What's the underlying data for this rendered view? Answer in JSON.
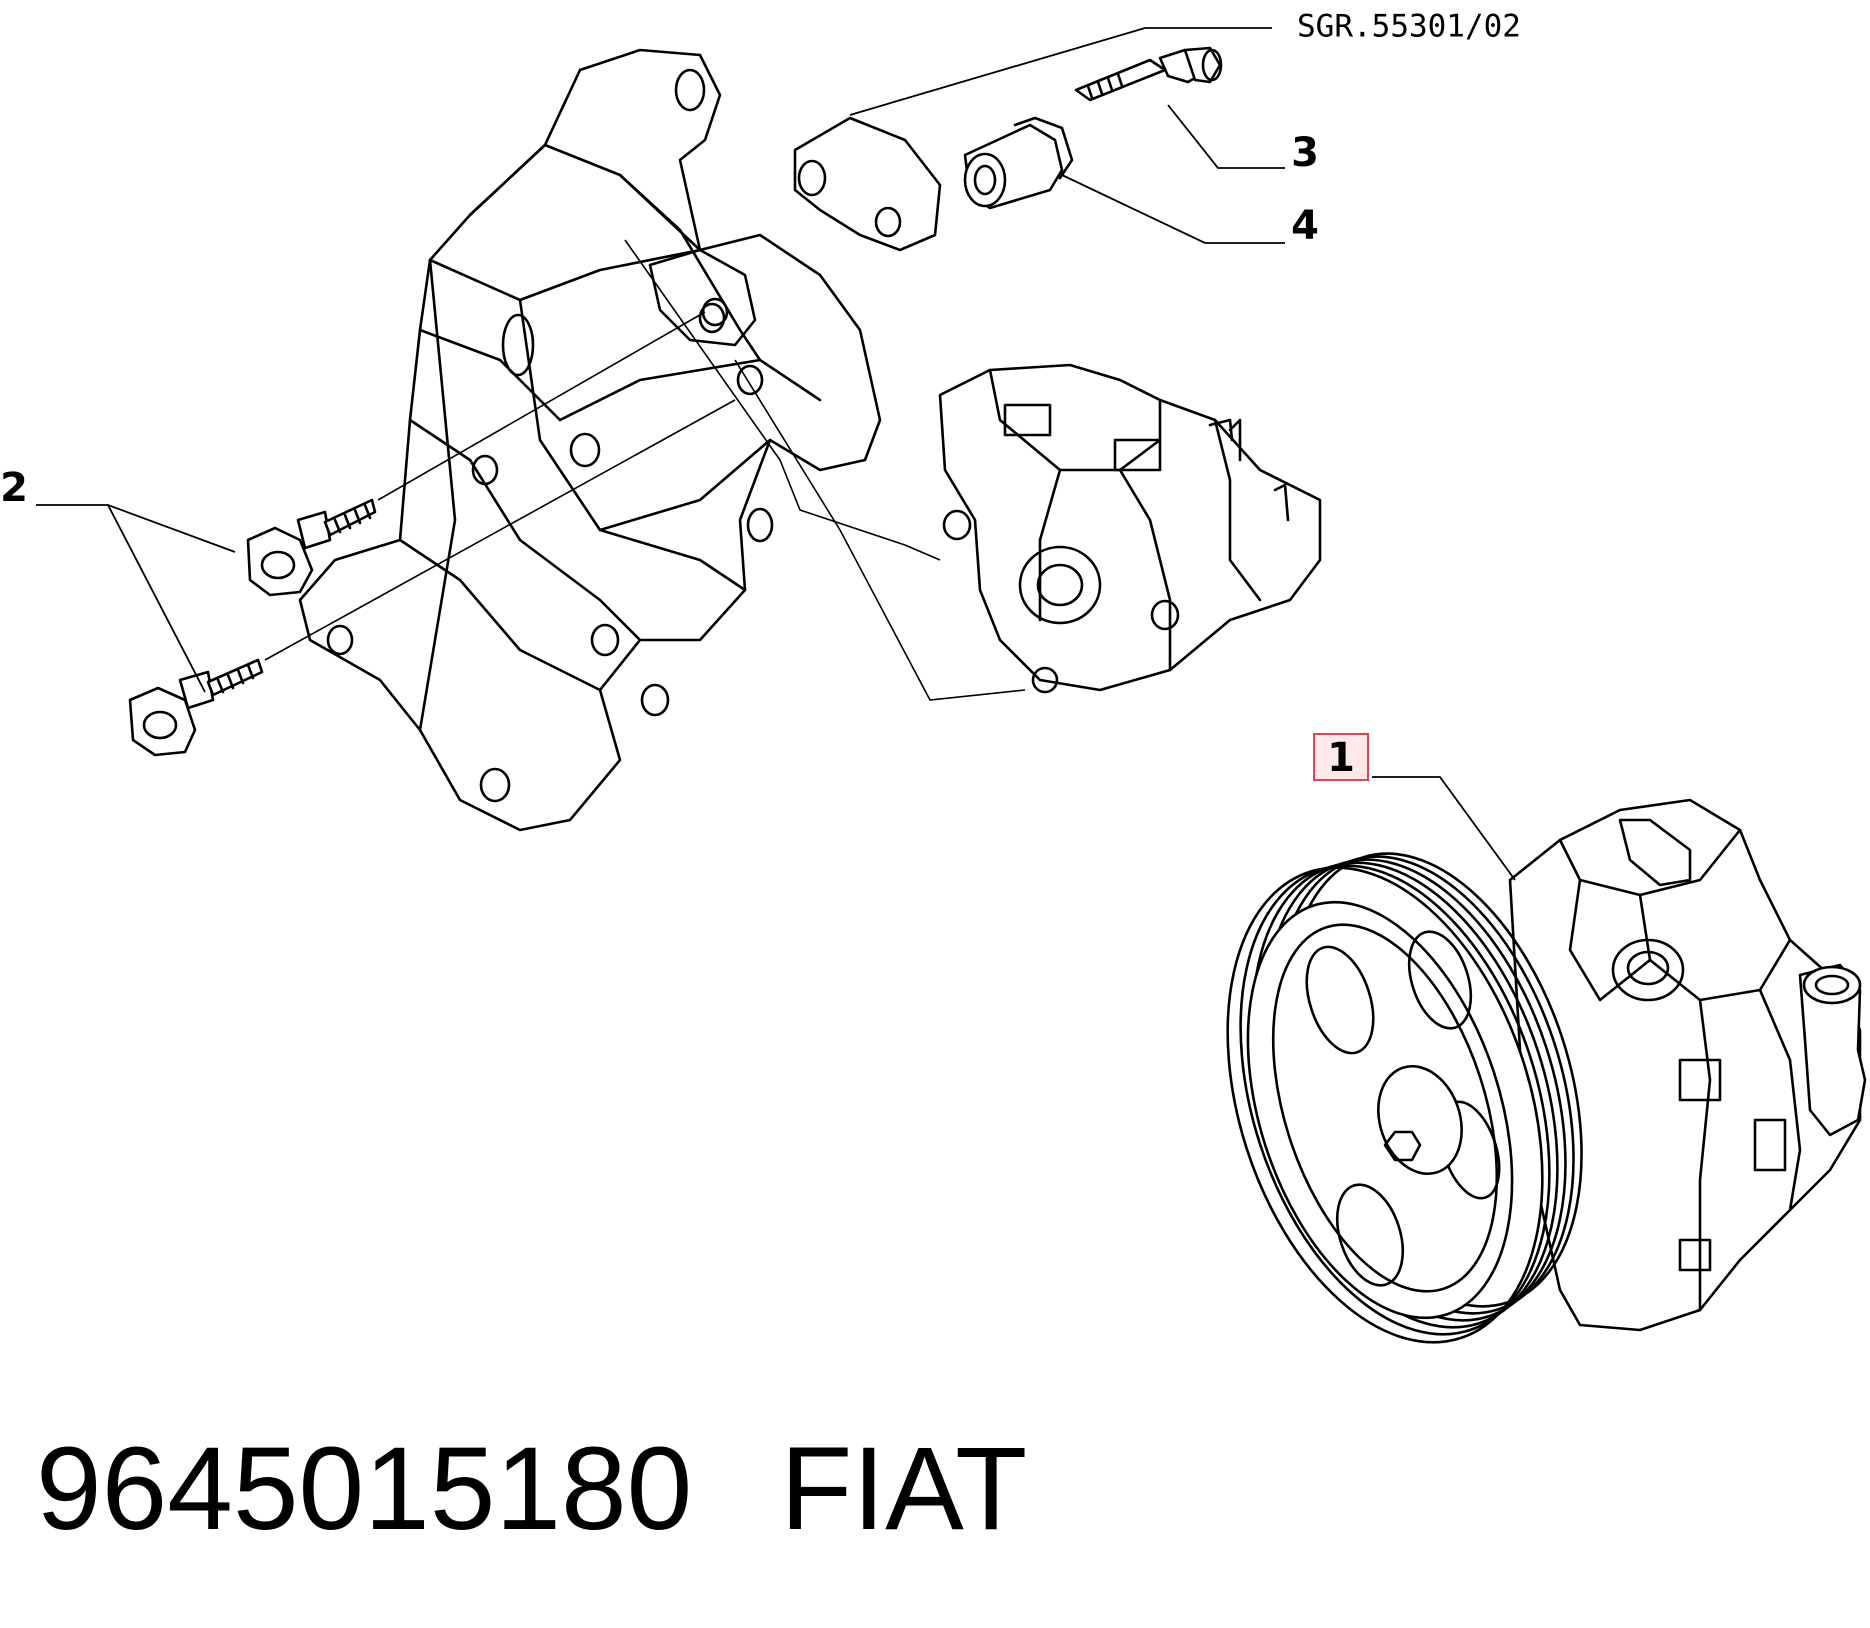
{
  "diagram": {
    "reference_code": "SGR.55301/02",
    "callouts": [
      {
        "id": "1",
        "label": "1",
        "highlighted": true
      },
      {
        "id": "2",
        "label": "2",
        "highlighted": false
      },
      {
        "id": "3",
        "label": "3",
        "highlighted": false
      },
      {
        "id": "4",
        "label": "4",
        "highlighted": false
      }
    ]
  },
  "footer": {
    "part_number": "9645015180",
    "brand": "FIAT"
  },
  "colors": {
    "line": "#000000",
    "highlight_fill": "#fde9ea",
    "highlight_stroke": "#e0444e"
  }
}
